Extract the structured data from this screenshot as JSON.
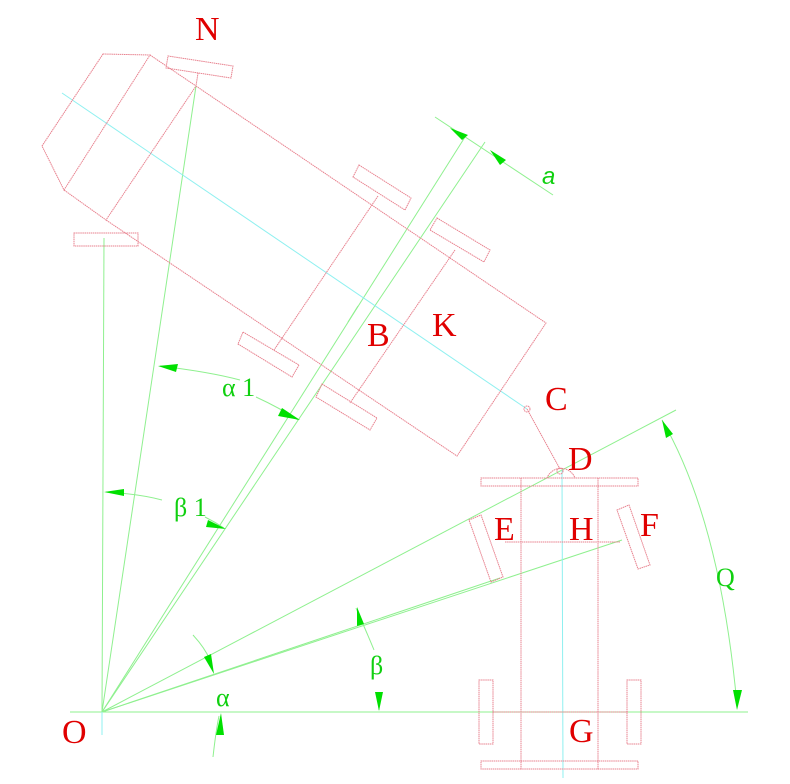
{
  "diagram": {
    "type": "vehicle-trailer turning geometry (CAD drawing)",
    "colors": {
      "outline": "#e8828f",
      "construction": "#8ff08f",
      "centerline": "#8ff0f0",
      "point_label": "#e00000",
      "dimension": "#10d010"
    },
    "points": {
      "O": "O",
      "N": "N",
      "B": "B",
      "K": "K",
      "C": "C",
      "D": "D",
      "E": "E",
      "H": "H",
      "F": "F",
      "G": "G"
    },
    "dimensions": {
      "a": "a",
      "alpha": "α",
      "beta": "β",
      "alpha1": "α 1",
      "beta1": "β 1",
      "Q": "Q"
    }
  }
}
